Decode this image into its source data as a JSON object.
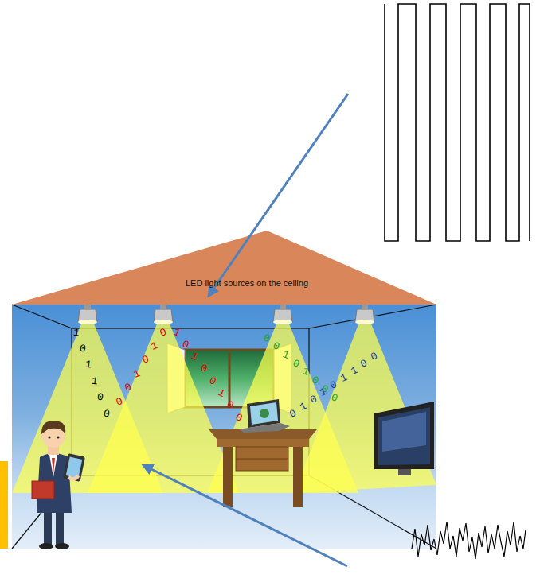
{
  "diagram": {
    "labels": [
      "LED light sources on the ceiling",
      "1",
      "0",
      "1",
      "1",
      "0",
      "0",
      "0",
      "1",
      "0",
      "1",
      "0",
      "0",
      "1",
      "0",
      "1",
      "0",
      "0",
      "1",
      "0",
      "0",
      "0",
      "0",
      "1",
      "0",
      "1",
      "0",
      "0",
      "0",
      "0",
      "0",
      "1",
      "1",
      "0",
      "1",
      "0",
      "1",
      "0"
    ]
  }
}
